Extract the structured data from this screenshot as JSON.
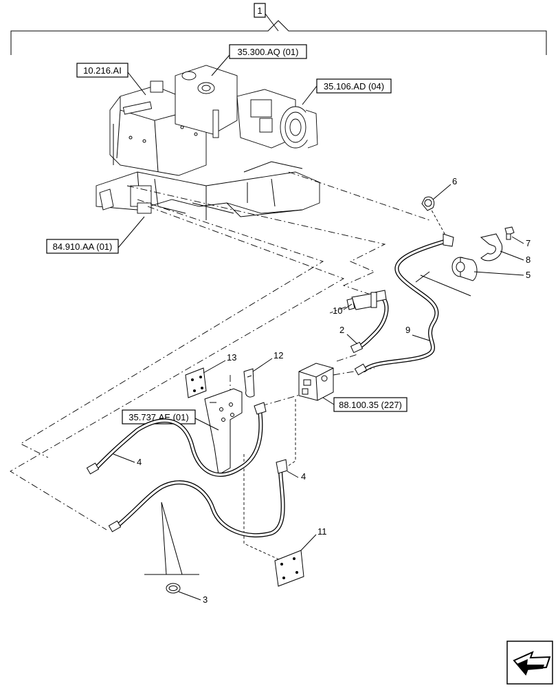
{
  "references": {
    "top_group": "1",
    "ref_35300": "35.300.AQ (01)",
    "ref_10216": "10.216.AI",
    "ref_35106": "35.106.AD (04)",
    "ref_84910": "84.910.AA (01)",
    "ref_88100": "88.100.35 (227)",
    "ref_35737": "35.737.AE (01)"
  },
  "callouts": {
    "c6": "6",
    "c7": "7",
    "c8": "8",
    "c5": "5",
    "c10": "10",
    "c2": "2",
    "c9": "9",
    "c13": "13",
    "c12": "12",
    "c4a": "4",
    "c4b": "4",
    "c11": "11",
    "c3": "3"
  },
  "icons": {
    "nav": "arrow-back-icon"
  }
}
